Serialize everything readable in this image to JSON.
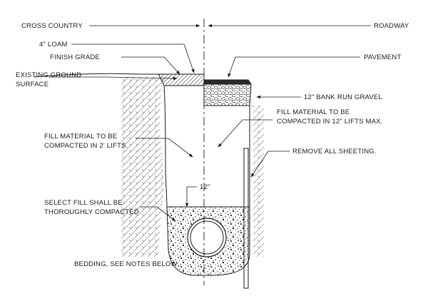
{
  "labels": {
    "cross_country": "CROSS COUNTRY",
    "roadway": "ROADWAY",
    "loam": "4\" LOAM",
    "finish_grade": "FINISH GRADE",
    "pavement": "PAVEMENT",
    "existing_ground_1": "EXISTING GROUND",
    "existing_ground_2": "SURFACE",
    "bank_run_gravel": "12\" BANK RUN GRAVEL",
    "fill_12_1": "FILL MATERIAL TO BE",
    "fill_12_2": "COMPACTED IN 12\" LIFTS MAX.",
    "fill_2_1": "FILL MATERIAL  TO BE",
    "fill_2_2": "COMPACTED IN 2' LIFTS.",
    "remove_sheeting": "REMOVE ALL SHEETING.",
    "dim_12": "12\"",
    "select_fill_1": "SELECT FILL SHALL BE",
    "select_fill_2": "THOROUGHLY COMPACTED",
    "bedding": "BEDDING, SEE NOTES BELOW"
  }
}
